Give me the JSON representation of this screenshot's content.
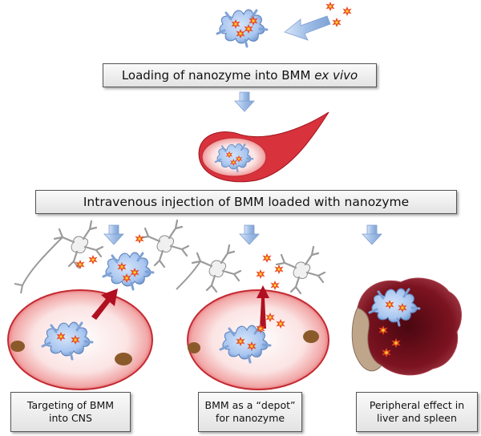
{
  "step1": {
    "text": "Loading of nanozyme into BMM ",
    "italic": "ex vivo"
  },
  "step2": {
    "text": "Intravenous injection of BMM loaded with nanozyme"
  },
  "outcomes": [
    {
      "line1": "Targeting of BMM",
      "line2": "into CNS"
    },
    {
      "line1": "BMM as a “depot”",
      "line2": "for nanozyme"
    },
    {
      "line1": "Peripheral effect in",
      "line2": "liver and spleen"
    }
  ],
  "colors": {
    "cell": "#a9c6f0",
    "arrow_blue": "#9fbde6",
    "arrow_red": "#b01020",
    "vessel": "#e0464e",
    "nanozyme": "#ff9a1e",
    "organ": "#6e0f1a",
    "neuron": "#e8e8e8"
  }
}
